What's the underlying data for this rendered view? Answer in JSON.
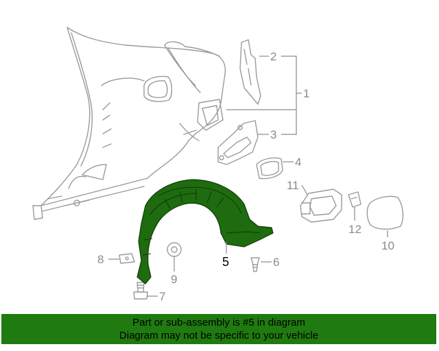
{
  "diagram": {
    "callouts": {
      "c1": "1",
      "c2": "2",
      "c3": "3",
      "c4": "4",
      "c5": "5",
      "c6": "6",
      "c7": "7",
      "c8": "8",
      "c9": "9",
      "c10": "10",
      "c11": "11",
      "c12": "12"
    },
    "highlighted_callout": "5",
    "highlight_color": "#1f6b0f"
  },
  "banner": {
    "line1": "Part or sub-assembly is #5 in diagram",
    "line2": "Diagram may not be specific to your vehicle",
    "background": "#1f7a0f"
  }
}
